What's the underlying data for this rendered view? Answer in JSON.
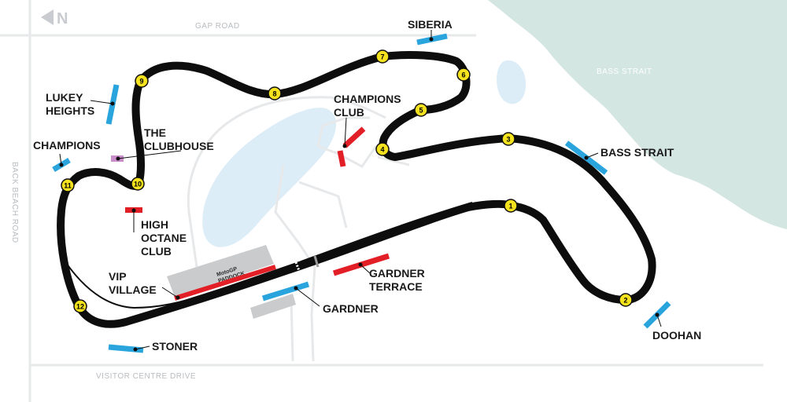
{
  "compass": {
    "letter": "N"
  },
  "roads": {
    "top": "GAP ROAD",
    "bottom": "VISITOR CENTRE DRIVE",
    "left": "BACK BEACH ROAD"
  },
  "sea": {
    "label": "BASS STRAIT"
  },
  "paddock": {
    "line1": "MotoGP",
    "line2": "PADDOCK"
  },
  "turns": [
    "1",
    "2",
    "3",
    "4",
    "5",
    "6",
    "7",
    "8",
    "9",
    "10",
    "11",
    "12"
  ],
  "viewing_areas": {
    "siberia": "SIBERIA",
    "lukey_heights": [
      "LUKEY",
      "HEIGHTS"
    ],
    "champions": "CHAMPIONS",
    "the_clubhouse": [
      "THE",
      "CLUBHOUSE"
    ],
    "champions_club": [
      "CHAMPIONS",
      "CLUB"
    ],
    "high_octane_club": [
      "HIGH",
      "OCTANE",
      "CLUB"
    ],
    "vip_village": [
      "VIP",
      "VILLAGE"
    ],
    "gardner_terrace": [
      "GARDNER",
      "TERRACE"
    ],
    "gardner": "GARDNER",
    "bass_strait": "BASS STRAIT",
    "doohan": "DOOHAN",
    "stoner": "STONER"
  },
  "colors": {
    "track": "#0d0d0d",
    "turn_marker": "#f5e21e",
    "general_admission": "#2aa4dc",
    "premium": "#e21f26",
    "clubhouse": "#c98dc9",
    "sea": "#d3e6e1",
    "lake": "#dcedf8",
    "roads": "#e6e8ea"
  }
}
